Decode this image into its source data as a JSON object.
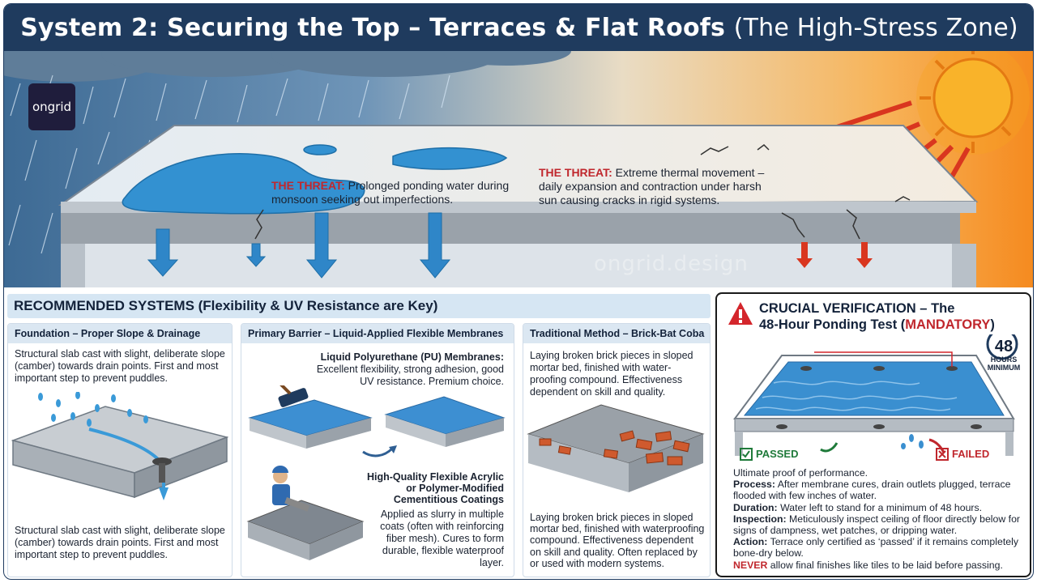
{
  "title": {
    "main": "System 2: Securing the Top – Terraces & Flat Roofs",
    "sub": "(The High-Stress Zone)"
  },
  "brand": {
    "logo_text": "ongrid",
    "watermark": "ongrid.design"
  },
  "hero": {
    "threat_left": {
      "label": "THE THREAT:",
      "text": "Prolonged ponding water during monsoon seeking out imperfections."
    },
    "threat_right": {
      "label": "THE THREAT:",
      "text": "Extreme thermal movement – daily expansion and contraction under harsh sun causing cracks in rigid systems."
    }
  },
  "recommended": {
    "header": "RECOMMENDED SYSTEMS (Flexibility & UV Resistance are Key)",
    "foundation": {
      "heading": "Foundation – Proper Slope & Drainage",
      "text_top": "Structural slab cast with slight, deliberate slope (camber) towards drain points. First and most important step to prevent puddles.",
      "text_bottom": "Structural slab cast with slight, deliberate slope (camber) towards drain points. First and most important step to prevent puddles."
    },
    "primary": {
      "heading": "Primary Barrier – Liquid-Applied Flexible Membranes",
      "pu_title": "Liquid Polyurethane (PU) Membranes:",
      "pu_text": "Excellent flexibility, strong adhesion, good UV resistance. Premium choice.",
      "acrylic_title": "High-Quality Flexible Acrylic or Polymer-Modified Cementitious Coatings",
      "acrylic_text": "Applied as slurry in multiple coats (often with reinforcing fiber mesh). Cures to form durable, flexible waterproof layer."
    },
    "traditional": {
      "heading": "Traditional Method – Brick-Bat Coba",
      "text_top": "Laying broken brick pieces in sloped mortar bed, finished with water-proofing compound. Effectiveness dependent on skill and quality.",
      "text_bottom": "Laying broken brick pieces in sloped mortar bed, finished with waterproofing compound. Effectiveness dependent on skill and quality. Often replaced by or used with modern systems."
    }
  },
  "verification": {
    "title_line1": "CRUCIAL VERIFICATION – The",
    "title_line2": "48-Hour Ponding Test (",
    "mandatory": "MANDATORY",
    "title_close": ")",
    "hours_number": "48",
    "hours_unit_1": "HOURS",
    "hours_unit_2": "MINIMUM",
    "passed": "PASSED",
    "failed": "FAILED",
    "intro": "Ultimate proof of performance.",
    "process_label": "Process:",
    "process_text": "After membrane cures, drain outlets plugged, terrace flooded with few inches of water.",
    "duration_label": "Duration:",
    "duration_text": "Water left to stand for a minimum of 48 hours.",
    "inspection_label": "Inspection:",
    "inspection_text": "Meticulously inspect ceiling of floor directly below for signs of dampness, wet patches, or dripping water.",
    "action_label": "Action:",
    "action_text": "Terrace only certified as ‘passed’ if it remains completely bone-dry below.",
    "never_label": "NEVER",
    "never_text": "allow final finishes like tiles to be laid before passing."
  },
  "colors": {
    "navy": "#1f3b5e",
    "threat_red": "#c0272d",
    "water_blue": "#2f86c8",
    "pass_green": "#1f7a3a",
    "sun_orange": "#f59a1c"
  }
}
